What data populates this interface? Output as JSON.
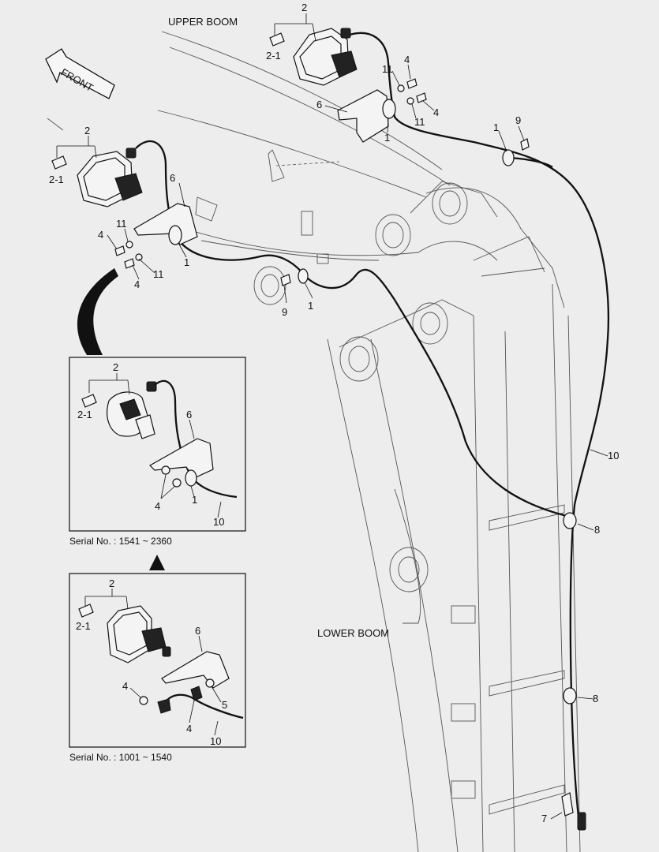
{
  "section_labels": {
    "upper_boom": "UPPER BOOM",
    "lower_boom": "LOWER BOOM",
    "front": "FRONT"
  },
  "callouts": {
    "c2a": "2",
    "c21a": "2-1",
    "c11a": "11",
    "c4a": "4",
    "c4b": "4",
    "c11b": "11",
    "c6a": "6",
    "c1a": "1",
    "c1b": "1",
    "c9a": "9",
    "c2b": "2",
    "c21b": "2-1",
    "c6b": "6",
    "c11c": "11",
    "c4c": "4",
    "c4d": "4",
    "c11d": "11",
    "c1c": "1",
    "c1d": "1",
    "c9b": "9",
    "c10": "10",
    "c8a": "8",
    "c8b": "8",
    "c7": "7"
  },
  "inset_mid": {
    "labels": {
      "c2": "2",
      "c21": "2-1",
      "c6": "6",
      "c4": "4",
      "c1": "1",
      "c10": "10"
    },
    "serial": "Serial No. : 1541 ~ 2360"
  },
  "inset_low": {
    "labels": {
      "c2": "2",
      "c21": "2-1",
      "c6": "6",
      "c4a": "4",
      "c4b": "4",
      "c5": "5",
      "c10": "10"
    },
    "serial": "Serial No. : 1001 ~ 1540"
  }
}
